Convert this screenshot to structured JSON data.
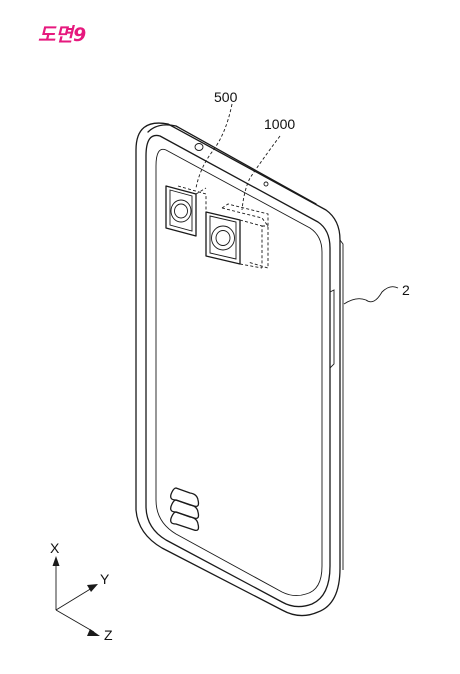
{
  "title": "도면9",
  "title_color": "#e6197e",
  "labels": {
    "ref_500": "500",
    "ref_1000": "1000",
    "ref_2": "2"
  },
  "axes": {
    "x": "X",
    "y": "Y",
    "z": "Z"
  }
}
